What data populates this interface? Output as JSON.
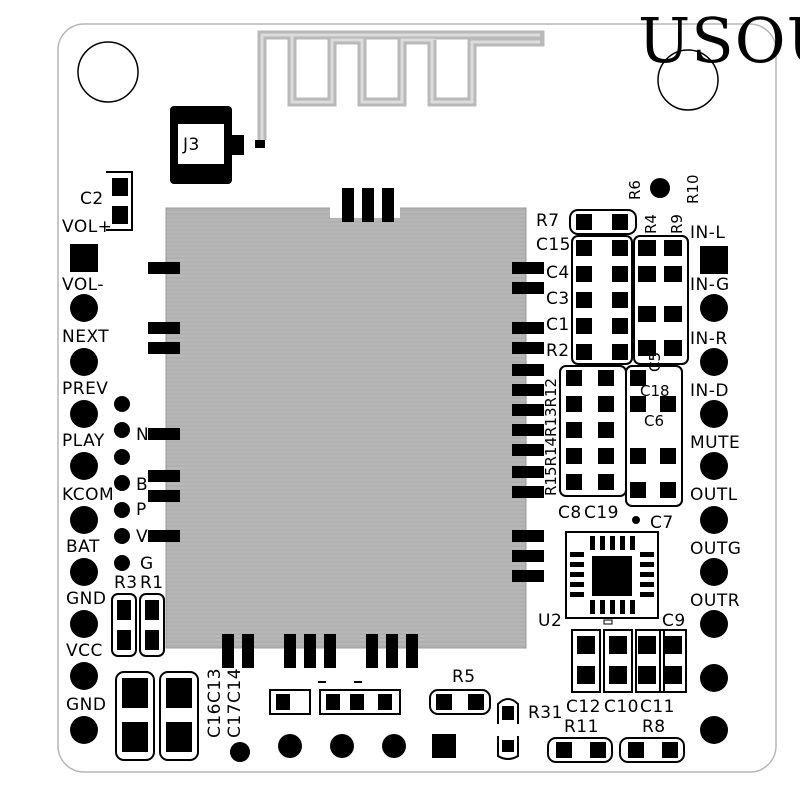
{
  "watermark": "USOU",
  "labels": {
    "j3": "J3",
    "c2": "C2",
    "vol_plus": "VOL+",
    "vol_minus": "VOL-",
    "next": "NEXT",
    "prev": "PREV",
    "play": "PLAY",
    "kcom": "KCOM",
    "bat": "BAT",
    "gnd1": "GND",
    "vcc": "VCC",
    "gnd2": "GND",
    "n": "N",
    "b": "B",
    "p": "P",
    "v": "V",
    "g": "G",
    "r3": "R3",
    "r1": "R1",
    "c16c13": "C16C13",
    "c17c14": "C17C14",
    "r5": "R5",
    "r31": "R31",
    "r11": "R11",
    "r8": "R8",
    "c12": "C12",
    "c10": "C10",
    "c11": "C11",
    "c9": "C9",
    "u2": "U2",
    "c8": "C8",
    "c19": "C19",
    "c7": "C7",
    "r7": "R7",
    "r6": "R6",
    "r10": "R10",
    "r4": "R4",
    "r9": "R9",
    "c15": "C15",
    "c4": "C4",
    "c3": "C3",
    "c1": "C1",
    "r2": "R2",
    "r12_stack": "R15R14R13R12",
    "c18": "C18",
    "c6": "C6",
    "c5": "C5",
    "in_l": "IN-L",
    "in_g": "IN-G",
    "in_r": "IN-R",
    "in_d": "IN-D",
    "mute": "MUTE",
    "outl": "OUTL",
    "outg": "OUTG",
    "outr": "OUTR"
  },
  "colors": {
    "silkscreen": "#000000",
    "board": "#ffffff",
    "outline": "#b5b5b5",
    "module_shield": "#b7b7b7",
    "antenna": "#c2c2c2"
  }
}
